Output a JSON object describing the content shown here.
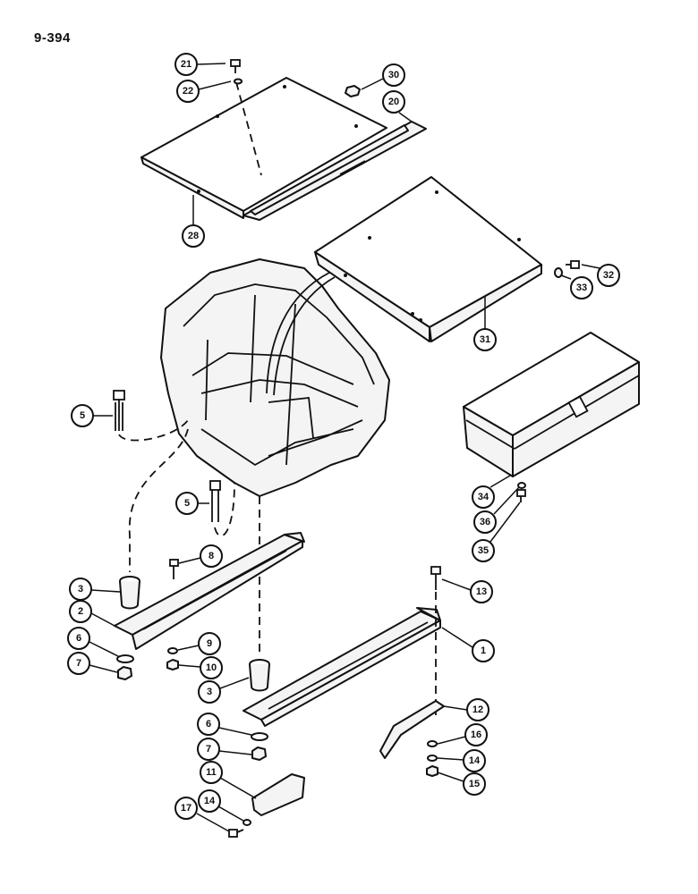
{
  "page_number": "9-394",
  "callouts": [
    {
      "id": "c21",
      "label": "21"
    },
    {
      "id": "c22",
      "label": "22"
    },
    {
      "id": "c30",
      "label": "30"
    },
    {
      "id": "c20",
      "label": "20"
    },
    {
      "id": "c28",
      "label": "28"
    },
    {
      "id": "c32",
      "label": "32"
    },
    {
      "id": "c33",
      "label": "33"
    },
    {
      "id": "c31",
      "label": "31"
    },
    {
      "id": "c5a",
      "label": "5"
    },
    {
      "id": "c5b",
      "label": "5"
    },
    {
      "id": "c34",
      "label": "34"
    },
    {
      "id": "c36",
      "label": "36"
    },
    {
      "id": "c35",
      "label": "35"
    },
    {
      "id": "c8",
      "label": "8"
    },
    {
      "id": "c3a",
      "label": "3"
    },
    {
      "id": "c2",
      "label": "2"
    },
    {
      "id": "c13",
      "label": "13"
    },
    {
      "id": "c1",
      "label": "1"
    },
    {
      "id": "c6a",
      "label": "6"
    },
    {
      "id": "c9",
      "label": "9"
    },
    {
      "id": "c7a",
      "label": "7"
    },
    {
      "id": "c10",
      "label": "10"
    },
    {
      "id": "c3b",
      "label": "3"
    },
    {
      "id": "c12",
      "label": "12"
    },
    {
      "id": "c6b",
      "label": "6"
    },
    {
      "id": "c16",
      "label": "16"
    },
    {
      "id": "c7b",
      "label": "7"
    },
    {
      "id": "c14a",
      "label": "14"
    },
    {
      "id": "c11",
      "label": "11"
    },
    {
      "id": "c15",
      "label": "15"
    },
    {
      "id": "c14b",
      "label": "14"
    },
    {
      "id": "c17",
      "label": "17"
    }
  ]
}
